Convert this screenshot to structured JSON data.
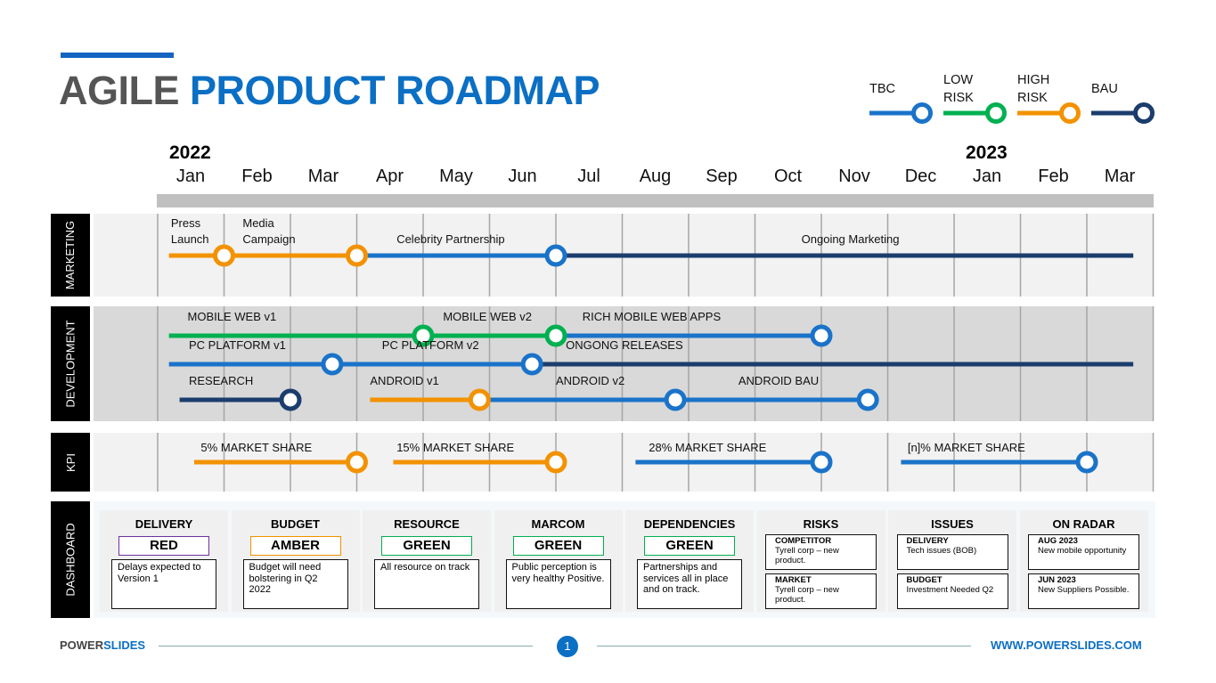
{
  "title": {
    "part1": "AGILE",
    "part2": "PRODUCT ROADMAP"
  },
  "legend": [
    {
      "label": "TBC",
      "color": "#1a73c9"
    },
    {
      "label": "LOW RISK",
      "color": "#00b050"
    },
    {
      "label": "HIGH RISK",
      "color": "#f39200"
    },
    {
      "label": "BAU",
      "color": "#1b3d6d"
    }
  ],
  "years": [
    "2022",
    "2023"
  ],
  "months": [
    "Jan",
    "Feb",
    "Mar",
    "Apr",
    "May",
    "Jun",
    "Jul",
    "Aug",
    "Sep",
    "Oct",
    "Nov",
    "Dec",
    "Jan",
    "Feb",
    "Mar"
  ],
  "lanes": [
    "MARKETING",
    "DEVELOPMENT",
    "KPI",
    "DASHBOARD"
  ],
  "timeline": {
    "tracks": [
      {
        "lane": 0,
        "row": 0,
        "segments": [
          [
            0.17,
            1,
            "#f39200"
          ],
          [
            1,
            3,
            "#f39200"
          ],
          [
            3,
            6,
            "#1a73c9"
          ],
          [
            6,
            14.7,
            "#1b3d6d"
          ]
        ],
        "milestones": [
          [
            1,
            "#f39200"
          ],
          [
            3,
            "#f39200"
          ],
          [
            6,
            "#1a73c9"
          ]
        ]
      },
      {
        "lane": 1,
        "row": 0,
        "segments": [
          [
            0.17,
            4,
            "#00b050"
          ],
          [
            4,
            6,
            "#00b050"
          ],
          [
            6,
            10,
            "#1a73c9"
          ]
        ],
        "milestones": [
          [
            4,
            "#00b050"
          ],
          [
            6,
            "#00b050"
          ],
          [
            10,
            "#1a73c9"
          ]
        ]
      },
      {
        "lane": 1,
        "row": 1,
        "segments": [
          [
            0.17,
            2.63,
            "#1a73c9"
          ],
          [
            2.63,
            5.64,
            "#1a73c9"
          ],
          [
            5.64,
            14.7,
            "#1b3d6d"
          ]
        ],
        "milestones": [
          [
            2.63,
            "#1a73c9"
          ],
          [
            5.64,
            "#1a73c9"
          ]
        ]
      },
      {
        "lane": 1,
        "row": 2,
        "segments": [
          [
            0.33,
            2,
            "#1b3d6d"
          ],
          [
            3.2,
            4.85,
            "#f39200"
          ],
          [
            4.85,
            10.7,
            "#1a73c9"
          ]
        ],
        "milestones": [
          [
            2,
            "#1b3d6d"
          ],
          [
            4.85,
            "#f39200"
          ],
          [
            7.8,
            "#1a73c9"
          ],
          [
            10.7,
            "#1a73c9"
          ]
        ]
      },
      {
        "lane": 2,
        "row": 0,
        "segments": [
          [
            0.55,
            3,
            "#f39200"
          ],
          [
            3.55,
            6,
            "#f39200"
          ],
          [
            7.2,
            10,
            "#1a73c9"
          ],
          [
            11.2,
            14,
            "#1a73c9"
          ]
        ],
        "milestones": [
          [
            3,
            "#f39200"
          ],
          [
            6,
            "#f39200"
          ],
          [
            10,
            "#1a73c9"
          ],
          [
            14,
            "#1a73c9"
          ]
        ]
      }
    ],
    "labels": [
      {
        "text": "Press\nLaunch",
        "m": 0.2,
        "lane": 0,
        "row": -1
      },
      {
        "text": "Media\nCampaign",
        "m": 1.28,
        "lane": 0,
        "row": -1
      },
      {
        "text": "Celebrity Partnership",
        "m": 3.6,
        "lane": 0,
        "row": 0
      },
      {
        "text": "Ongoing Marketing",
        "m": 9.7,
        "lane": 0,
        "row": 0
      },
      {
        "text": "MOBILE WEB v1",
        "m": 0.45,
        "lane": 1,
        "row": 0
      },
      {
        "text": "MOBILE WEB v2",
        "m": 4.3,
        "lane": 1,
        "row": 0
      },
      {
        "text": "RICH MOBILE WEB APPS",
        "m": 6.4,
        "lane": 1,
        "row": 0
      },
      {
        "text": "PC PLATFORM v1",
        "m": 0.47,
        "lane": 1,
        "row": 1
      },
      {
        "text": "PC PLATFORM v2",
        "m": 3.38,
        "lane": 1,
        "row": 1
      },
      {
        "text": "ONGONG RELEASES",
        "m": 6.15,
        "lane": 1,
        "row": 1
      },
      {
        "text": "RESEARCH",
        "m": 0.47,
        "lane": 1,
        "row": 2
      },
      {
        "text": "ANDROID v1",
        "m": 3.2,
        "lane": 1,
        "row": 2
      },
      {
        "text": "ANDROID v2",
        "m": 6.0,
        "lane": 1,
        "row": 2
      },
      {
        "text": "ANDROID BAU",
        "m": 8.75,
        "lane": 1,
        "row": 2
      },
      {
        "text": "5% MARKET SHARE",
        "m": 0.65,
        "lane": 2,
        "row": 0
      },
      {
        "text": "15% MARKET SHARE",
        "m": 3.6,
        "lane": 2,
        "row": 0
      },
      {
        "text": "28% MARKET SHARE",
        "m": 7.4,
        "lane": 2,
        "row": 0
      },
      {
        "text": "[n]% MARKET SHARE",
        "m": 11.3,
        "lane": 2,
        "row": 0
      }
    ]
  },
  "dashboard": [
    {
      "title": "DELIVERY",
      "status": "RED",
      "status_color": "#7030a0",
      "desc": "Delays expected to Version 1"
    },
    {
      "title": "BUDGET",
      "status": "AMBER",
      "status_color": "#f39200",
      "desc": "Budget will need bolstering in Q2 2022"
    },
    {
      "title": "RESOURCE",
      "status": "GREEN",
      "status_color": "#00b050",
      "desc": "All resource on track"
    },
    {
      "title": "MARCOM",
      "status": "GREEN",
      "status_color": "#00b050",
      "desc": "Public perception is very healthy Positive."
    },
    {
      "title": "DEPENDENCIES",
      "status": "GREEN",
      "status_color": "#00b050",
      "desc": "Partnerships and services all in place and on track."
    },
    {
      "title": "RISKS",
      "items": [
        {
          "head": "COMPETITOR",
          "body": "Tyrell corp – new product."
        },
        {
          "head": "MARKET",
          "body": "Tyrell corp – new product."
        }
      ]
    },
    {
      "title": "ISSUES",
      "items": [
        {
          "head": "DELIVERY",
          "body": "Tech issues (BOB)"
        },
        {
          "head": "BUDGET",
          "body": "Investment Needed Q2"
        }
      ]
    },
    {
      "title": "ON RADAR",
      "items": [
        {
          "head": "AUG 2023",
          "body": "New mobile opportunity"
        },
        {
          "head": "JUN 2023",
          "body": "New Suppliers Possible."
        }
      ]
    }
  ],
  "footer": {
    "brand1": "POWER",
    "brand2": "SLIDES",
    "page": "1",
    "url": "WWW.POWERSLIDES.COM"
  }
}
